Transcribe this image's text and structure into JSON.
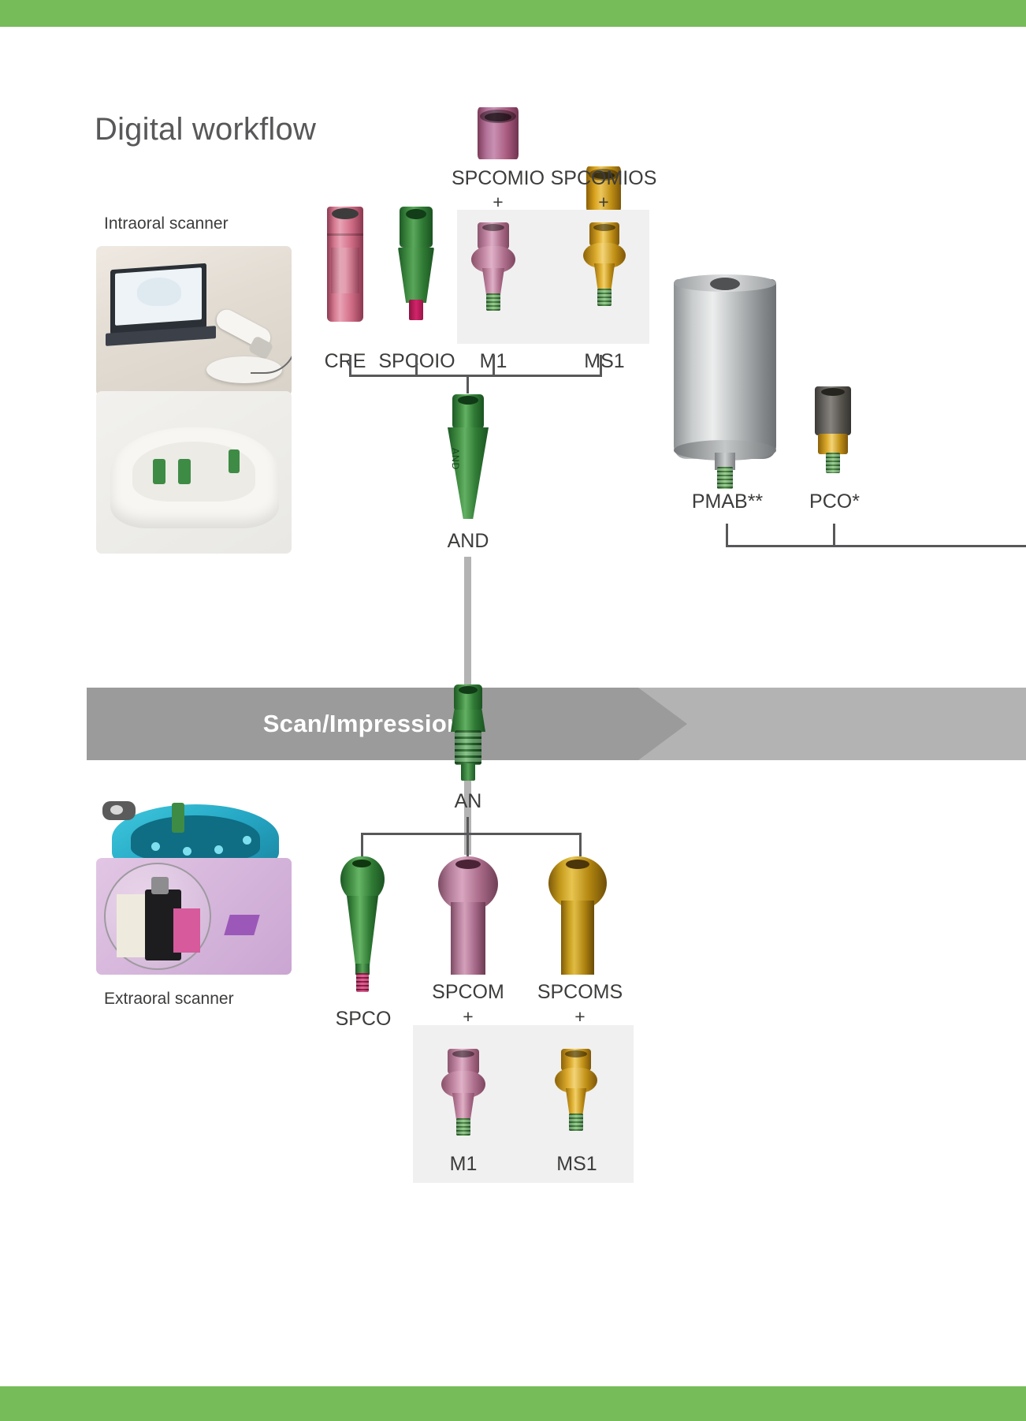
{
  "page": {
    "title": "Digital workflow",
    "band_color": "#76bc59",
    "text_color": "#3c3c3b",
    "title_color": "#58585a"
  },
  "banner": {
    "label": "Scan/Impression",
    "body_color": "#9b9b9b",
    "tail_color": "#b3b3b3",
    "text_color": "#ffffff"
  },
  "captions": {
    "intraoral": "Intraoral scanner",
    "extraoral": "Extraoral scanner"
  },
  "top_section": {
    "sleeves": [
      {
        "label": "SPCOMIO",
        "color": "#a85a7e",
        "plus": "+"
      },
      {
        "label": "SPCOMIOS",
        "color": "#d49a12",
        "plus": "+"
      }
    ],
    "components": [
      {
        "label": "CRE",
        "color": "#d4667f"
      },
      {
        "label": "SPCOIO",
        "color": "#2f7a34"
      },
      {
        "label": "M1",
        "color": "#c07a9a"
      },
      {
        "label": "MS1",
        "color": "#d9a32a"
      }
    ],
    "scan_body": {
      "label": "AND",
      "engraving": "AND",
      "color": "#3f8b41"
    }
  },
  "right_section": {
    "components": [
      {
        "label": "PMAB**",
        "color": "#b9bcbd"
      },
      {
        "label": "PCO*",
        "color": "#5d5a57"
      }
    ]
  },
  "bottom_section": {
    "scan_body": {
      "label": "AN",
      "color": "#3f8b41"
    },
    "components": [
      {
        "label": "SPCO",
        "color": "#3f8b41",
        "plus": ""
      },
      {
        "label": "SPCOM",
        "color": "#a85a7e",
        "plus": "+"
      },
      {
        "label": "SPCOMS",
        "color": "#c69414",
        "plus": "+"
      }
    ],
    "panel_components": [
      {
        "label": "M1",
        "color": "#c07a9a"
      },
      {
        "label": "MS1",
        "color": "#d9a32a"
      }
    ]
  }
}
